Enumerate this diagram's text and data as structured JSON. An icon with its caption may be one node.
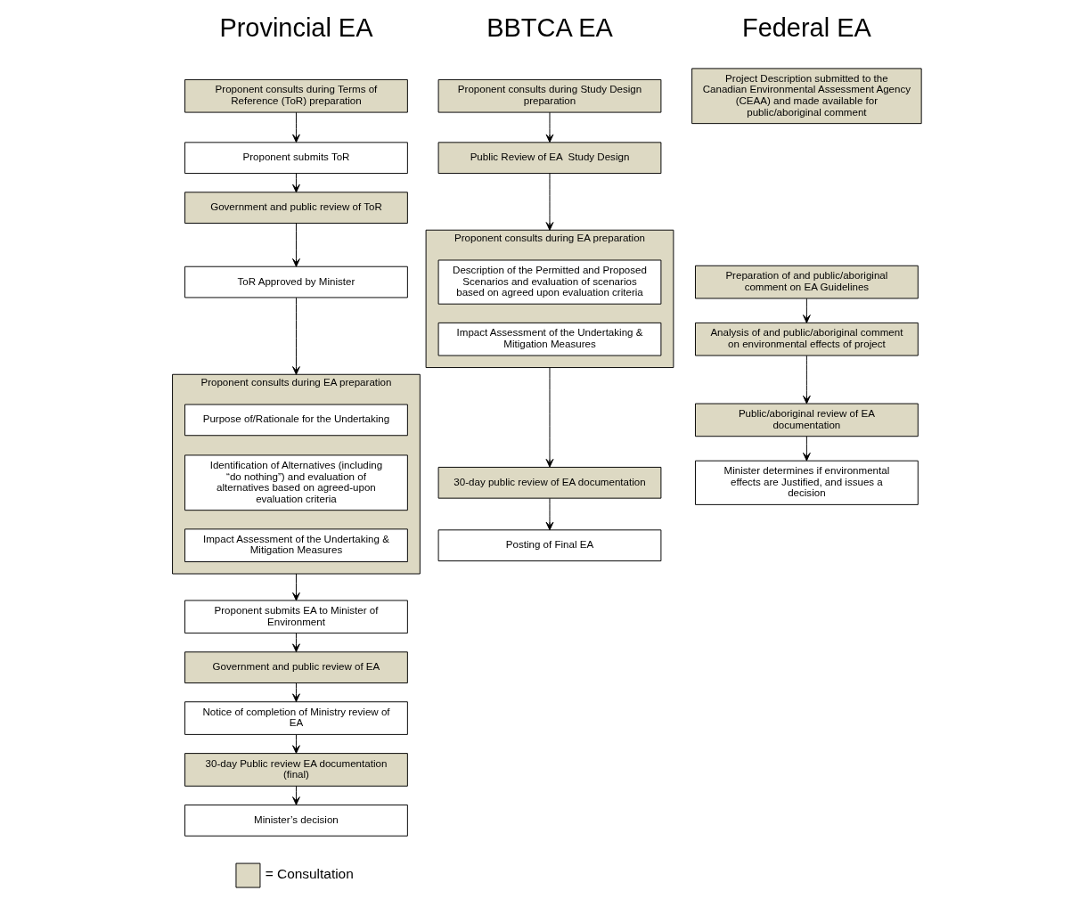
{
  "diagram": {
    "nodes": [
      {
        "text": [
          "Proponent consults during Terms of Reference (ToR) preparation"
        ]
      },
      {
        "text": [
          "Proponent submits ToR"
        ]
      },
      {
        "text": [
          "Government and public review of ToR"
        ]
      },
      {
        "text": [
          "ToR Approved by Minister"
        ]
      },
      {
        "text": [
          "Proponent consults during EA preparation"
        ]
      },
      {
        "text": [
          "Purpose of/Rationale for the Undertaking"
        ],
        "in": 4
      },
      {
        "text": [
          "Identification of Alternatives (including “do nothing”) and evaluation of alternatives based on agreed-upon evaluation criteria"
        ],
        "in": 4
      },
      {
        "text": [
          "Impact Assessment of the Undertaking & Mitigation Measures"
        ],
        "in": 4
      },
      {
        "text": [
          "Proponent submits EA to Minister of Environment"
        ]
      },
      {
        "text": [
          "Government and public review of EA"
        ]
      },
      {
        "text": [
          "Notice of completion of Ministry review of EA"
        ]
      },
      {
        "text": [
          "30-day Public review EA documentation (final)"
        ]
      },
      {
        "text": [
          "Minister’s decision"
        ]
      },
      {
        "text": [
          "Proponent consults during Study Design preparation"
        ]
      },
      {
        "text": [
          "Public Review of EA  Study Design"
        ]
      },
      {
        "text": [
          "Proponent consults during EA preparation"
        ]
      },
      {
        "text": [
          "Description of the Permitted and Proposed Scenarios and evaluation of scenarios based on agreed upon evaluation criteria"
        ],
        "in": 15
      },
      {
        "text": [
          "Impact Assessment of the Undertaking & Mitigation Measures"
        ],
        "in": 15
      },
      {
        "text": [
          "30-day public review of EA documentation"
        ]
      },
      {
        "text": [
          "Posting of Final EA"
        ]
      },
      {
        "text": [
          "Project Description submitted to the Canadian Environmental Assessment Agency (CEAA) and made available for public/aboriginal comment"
        ]
      },
      {
        "text": [
          "Preparation of and public/aboriginal comment on EA Guidelines"
        ]
      },
      {
        "text": [
          "Analysis of and public/aboriginal comment on environmental effects of project"
        ]
      },
      {
        "text": [
          "Public/aboriginal review of EA documentation"
        ]
      },
      {
        "text": [
          "Minister determines if environmental effects are Justified, and issues a decision"
        ]
      }
    ],
    "edges": [
      {
        "from": 0,
        "to": 1,
        "arrow": "to"
      },
      {
        "from": 1,
        "to": 2,
        "arrow": "to"
      },
      {
        "from": 2,
        "to": 3,
        "arrow": "to"
      },
      {
        "from": 3,
        "to": 4,
        "arrow": "to"
      },
      {
        "from": 4,
        "to": 8,
        "arrow": "to"
      },
      {
        "from": 8,
        "to": 9,
        "arrow": "to"
      },
      {
        "from": 9,
        "to": 10,
        "arrow": "to"
      },
      {
        "from": 10,
        "to": 11,
        "arrow": "to"
      },
      {
        "from": 11,
        "to": 12,
        "arrow": "to"
      },
      {
        "from": 13,
        "to": 14,
        "arrow": "to"
      },
      {
        "from": 14,
        "to": 15,
        "arrow": "to"
      },
      {
        "from": 15,
        "to": 18,
        "arrow": "to"
      },
      {
        "from": 18,
        "to": 19,
        "arrow": "to"
      },
      {
        "from": 21,
        "to": 22,
        "arrow": "to"
      },
      {
        "from": 22,
        "to": 23,
        "arrow": "to"
      },
      {
        "from": 23,
        "to": 24,
        "arrow": "to"
      }
    ],
    "labels": [
      "Provincial EA",
      "BBTCA EA",
      "Federal EA"
    ],
    "legend": [
      {
        "text": "= Consultation",
        "color": "#ddd9c3"
      }
    ]
  }
}
